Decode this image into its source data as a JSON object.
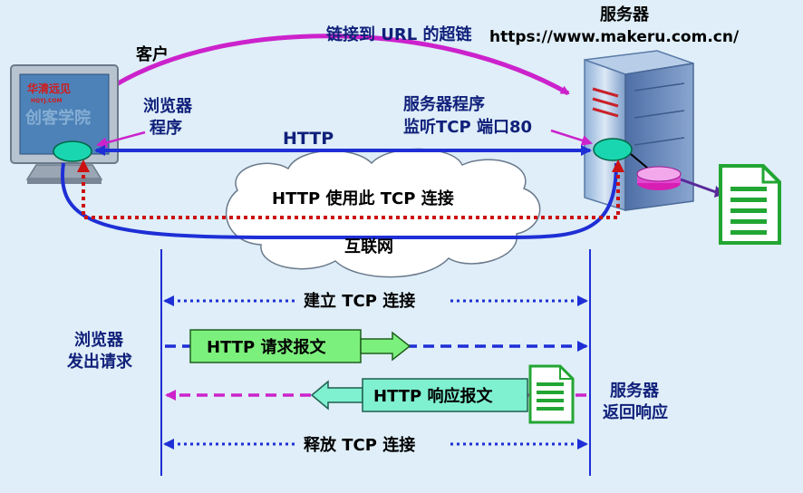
{
  "top": {
    "hyperlink_label": "链接到 URL 的超链",
    "client_label": "客户",
    "server_title": "服务器",
    "server_url": "https://www.makeru.com.cn/"
  },
  "client": {
    "logo_line1": "华清远见",
    "logo_line2": "HQYJ.COM",
    "logo_line3": "创客学院",
    "browser_line1": "浏览器",
    "browser_line2": "程序"
  },
  "server": {
    "program_line1": "服务器程序",
    "program_line2": "监听TCP 端口80"
  },
  "network": {
    "http_label": "HTTP",
    "tcp_label": "HTTP 使用此 TCP 连接",
    "internet_label": "互联网"
  },
  "sequence": {
    "browser_request_line1": "浏览器",
    "browser_request_line2": "发出请求",
    "server_response_line1": "服务器",
    "server_response_line2": "返回响应",
    "establish_label": "建立 TCP 连接",
    "request_label": "HTTP 请求报文",
    "response_label": "HTTP 响应报文",
    "release_label": "释放 TCP 连接"
  },
  "colors": {
    "background": "#dfeef8",
    "navy_text": "#10207a",
    "magenta": "#cc22cc",
    "blue": "#1e2fd6",
    "red_dotted": "#cc1111",
    "green_box": "#7cf07c",
    "cyan_box": "#7ff0d0",
    "document_green": "#22a633"
  },
  "icons": [
    "computer-monitor-icon",
    "server-tower-icon",
    "document-icon",
    "cloud-icon",
    "database-disk-icon"
  ]
}
